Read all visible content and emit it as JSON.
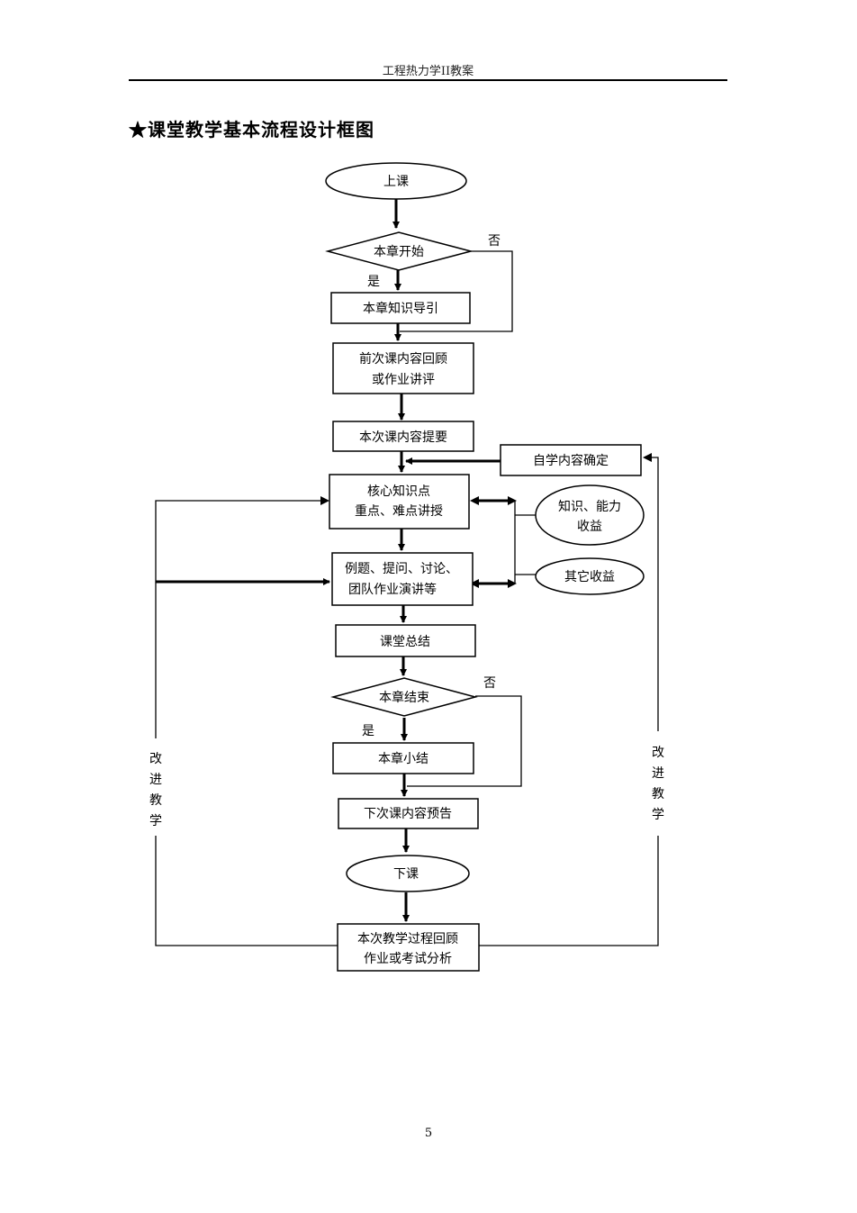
{
  "header": {
    "title": "工程热力学II教案"
  },
  "heading": "★课堂教学基本流程设计框图",
  "flow": {
    "start": "上课",
    "chapter_start": "本章开始",
    "yes1": "是",
    "no1": "否",
    "guide": "本章知识导引",
    "review_l1": "前次课内容回顾",
    "review_l2": "或作业讲评",
    "outline": "本次课内容提要",
    "self_study": "自学内容确定",
    "core_l1": "核心知识点",
    "core_l2": "重点、难点讲授",
    "benefit1_l1": "知识、能力",
    "benefit1_l2": "收益",
    "examples_l1": "例题、提问、讨论、",
    "examples_l2": "团队作业演讲等",
    "benefit2": "其它收益",
    "summary": "课堂总结",
    "chapter_end": "本章结束",
    "yes2": "是",
    "no2": "否",
    "chapter_summary": "本章小结",
    "preview": "下次课内容预告",
    "end": "下课",
    "review_final_l1": "本次教学过程回顾",
    "review_final_l2": "作业或考试分析",
    "improve_left": [
      "改",
      "进",
      "教",
      "学"
    ],
    "improve_right": [
      "改",
      "进",
      "教",
      "学"
    ]
  },
  "page_number": "5"
}
